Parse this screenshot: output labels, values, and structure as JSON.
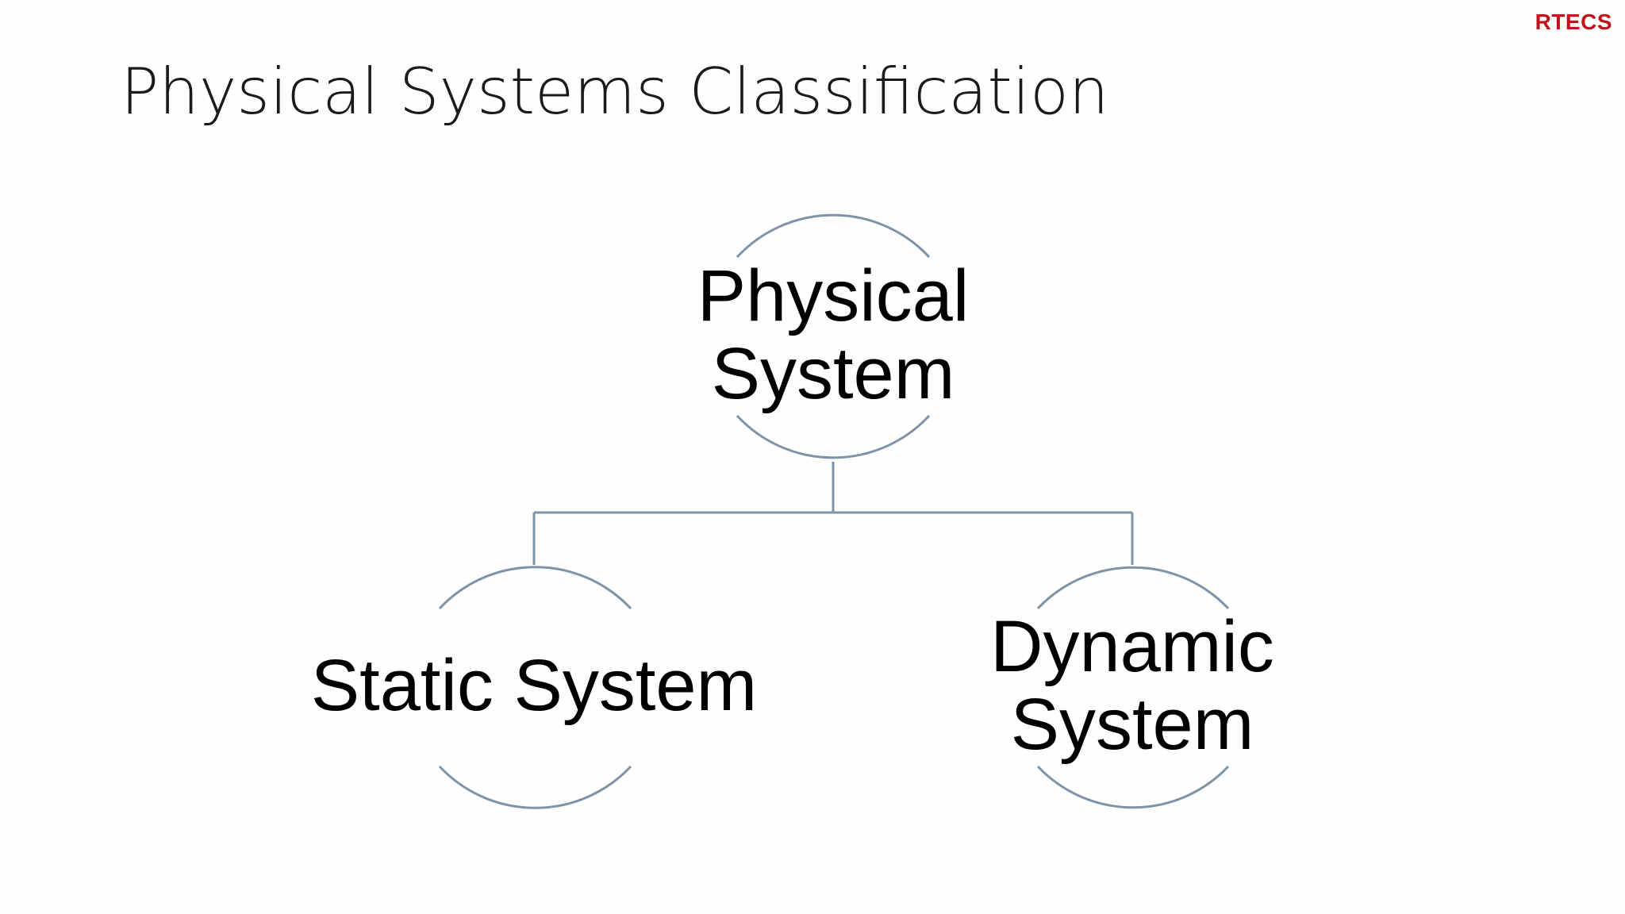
{
  "slide": {
    "brand": "RTECS",
    "title": "Physical Systems Classification"
  },
  "diagram": {
    "root": {
      "line1": "Physical",
      "line2": "System"
    },
    "left_child": {
      "label": "Static System"
    },
    "right_child": {
      "line1": "Dynamic",
      "line2": "System"
    }
  },
  "colors": {
    "connector": "#7f93a8",
    "brand": "#c0141b",
    "text": "#000000"
  }
}
